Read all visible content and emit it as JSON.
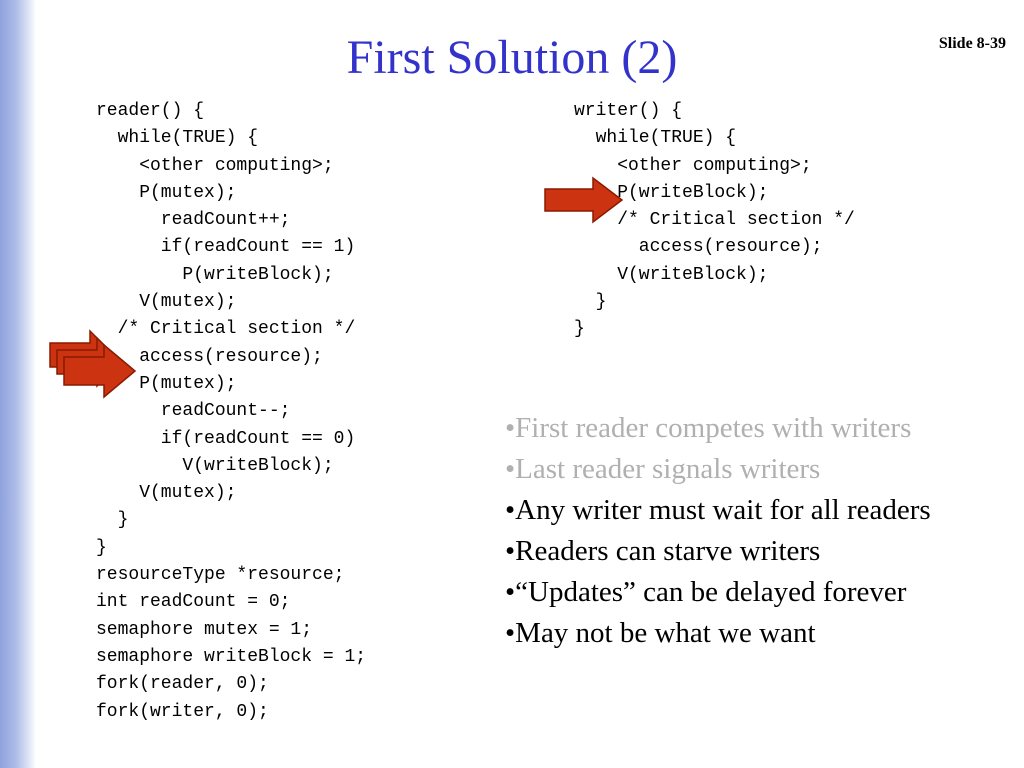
{
  "slide": {
    "title": "First Solution (2)",
    "number": "Slide 8-39"
  },
  "reader_code": [
    "reader() {",
    "  while(TRUE) {",
    "    <other computing>;",
    "    P(mutex);",
    "      readCount++;",
    "      if(readCount == 1)",
    "        P(writeBlock);",
    "    V(mutex);",
    "  /* Critical section */",
    "    access(resource);",
    "    P(mutex);",
    "      readCount--;",
    "      if(readCount == 0)",
    "        V(writeBlock);",
    "    V(mutex);",
    "  }",
    "}",
    "resourceType *resource;",
    "int readCount = 0;",
    "semaphore mutex = 1;",
    "semaphore writeBlock = 1;",
    "fork(reader, 0);",
    "fork(writer, 0);"
  ],
  "writer_code": [
    "writer() {",
    "  while(TRUE) {",
    "    <other computing>;",
    "    P(writeBlock);",
    "    /* Critical section */",
    "      access(resource);",
    "    V(writeBlock);",
    "  }",
    "}"
  ],
  "bullets": [
    {
      "text": "•First reader competes with writers",
      "style": "dim"
    },
    {
      "text": "•Last reader signals writers",
      "style": "dim"
    },
    {
      "text": "•Any writer must wait for all readers",
      "style": "dark"
    },
    {
      "text": "•Readers can starve writers",
      "style": "dark"
    },
    {
      "text": "•“Updates” can be delayed forever",
      "style": "dark"
    },
    {
      "text": "•May not be what we want",
      "style": "dark"
    }
  ],
  "colors": {
    "title": "#3333cc",
    "arrow_fill": "#cc3311",
    "arrow_stroke": "#8a1a00",
    "dim_text": "#b0b0b0"
  },
  "icons": [
    "right-arrow-icon"
  ]
}
